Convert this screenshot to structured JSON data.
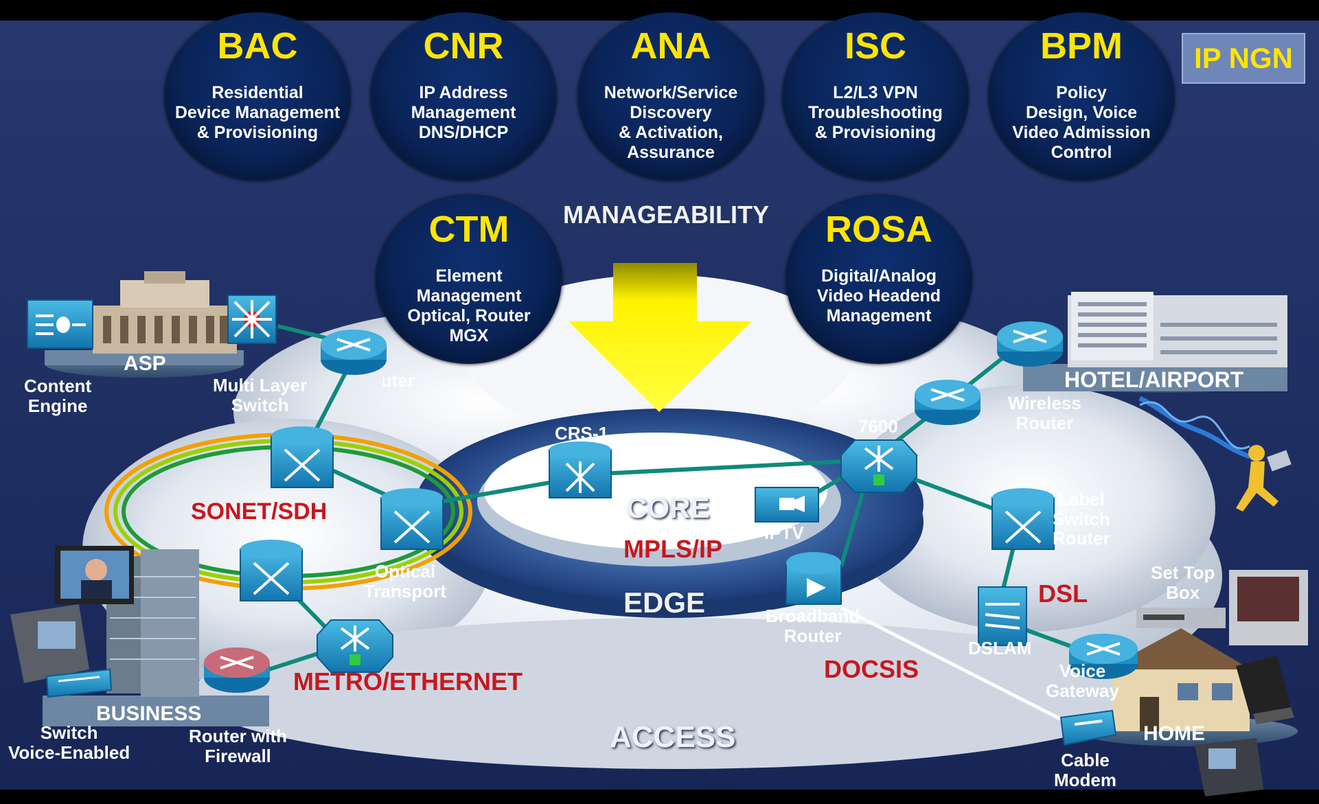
{
  "badge": "IP NGN",
  "manageability": "MANAGEABILITY",
  "bubbles": [
    {
      "code": "BAC",
      "lines": [
        "Residential",
        "Device Management",
        "& Provisioning"
      ]
    },
    {
      "code": "CNR",
      "lines": [
        "IP Address",
        "Management",
        "DNS/DHCP"
      ]
    },
    {
      "code": "ANA",
      "lines": [
        "Network/Service",
        "Discovery",
        "& Activation,",
        "Assurance"
      ]
    },
    {
      "code": "ISC",
      "lines": [
        "L2/L3 VPN",
        "Troubleshooting",
        "& Provisioning"
      ]
    },
    {
      "code": "BPM",
      "lines": [
        "Policy",
        "Design, Voice",
        "Video Admission",
        "Control"
      ]
    },
    {
      "code": "CTM",
      "lines": [
        "Element",
        "Management",
        "Optical, Router",
        "MGX"
      ]
    },
    {
      "code": "ROSA",
      "lines": [
        "Digital/Analog",
        "Video Headend",
        "Management"
      ]
    }
  ],
  "regions": {
    "core": "CORE",
    "mpls": "MPLS/IP",
    "edge": "EDGE",
    "access": "ACCESS",
    "sonet": "SONET/SDH",
    "metro": "METRO/ETHERNET",
    "dsl": "DSL",
    "docsis": "DOCSIS"
  },
  "sites": {
    "asp": "ASP",
    "hotel": "HOTEL/AIRPORT",
    "business": "BUSINESS",
    "home": "HOME"
  },
  "devices": {
    "content_engine": [
      "Content",
      "Engine"
    ],
    "multilayer_switch": [
      "Multi Layer",
      "Switch"
    ],
    "router_partial": "Router",
    "crs1": "CRS-1",
    "r7600": "7600",
    "wireless_router": [
      "Wireless",
      "Router"
    ],
    "label_switch_router": [
      "Label",
      "Switch",
      "Router"
    ],
    "iptv": "IPTV",
    "broadband_router": [
      "Broadband",
      "Router"
    ],
    "optical_transport": [
      "Optical",
      "Transport"
    ],
    "dslam": "DSLAM",
    "voice_gateway": [
      "Voice",
      "Gateway"
    ],
    "set_top_box": [
      "Set Top",
      "Box"
    ],
    "cable_modem": [
      "Cable",
      "Modem"
    ],
    "switch_voice": [
      "Switch",
      "Voice-Enabled"
    ],
    "router_firewall": [
      "Router with",
      "Firewall"
    ]
  },
  "colors": {
    "background": "#1c2d66",
    "bubble_code": "#ffe500",
    "red_label": "#c8171e",
    "device": "#1f8fc4",
    "link": "#0f8a7c",
    "arrow": "#ffef00"
  },
  "icons": [
    "router-icon",
    "optical-switch-icon",
    "multilayer-switch-icon",
    "content-engine-icon",
    "iptv-icon",
    "dslam-icon",
    "cable-modem-icon",
    "workgroup-switch-icon",
    "ip-phone-icon",
    "building-icon",
    "house-icon",
    "person-icon"
  ]
}
